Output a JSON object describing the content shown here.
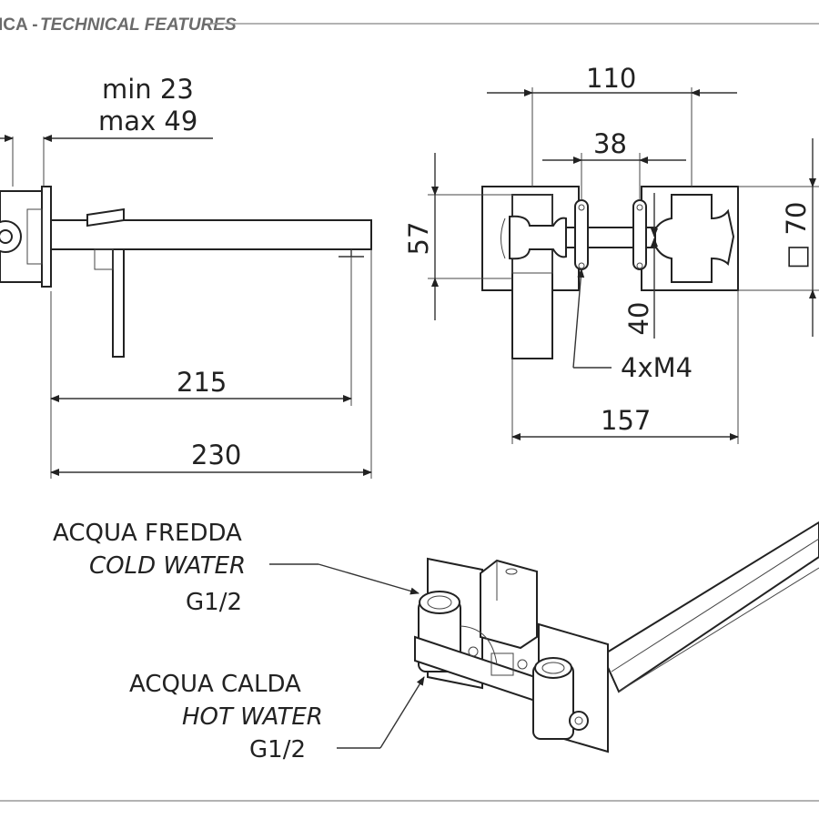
{
  "header": {
    "prefix": "ICA - ",
    "title": "TECHNICAL FEATURES"
  },
  "dimensions": {
    "reach_min": "min 23",
    "reach_max": "max 49",
    "spout_215": "215",
    "spout_230": "230",
    "width_110": "110",
    "center_38": "38",
    "height_57": "57",
    "plate_70": "70",
    "square_symbol": "□",
    "vertical_40": "40",
    "screws": "4xM4",
    "width_157": "157"
  },
  "labels": {
    "cold_it": "ACQUA FREDDA",
    "cold_en": "COLD WATER",
    "cold_size": "G1/2",
    "hot_it": "ACQUA CALDA",
    "hot_en": "HOT WATER",
    "hot_size": "G1/2"
  }
}
